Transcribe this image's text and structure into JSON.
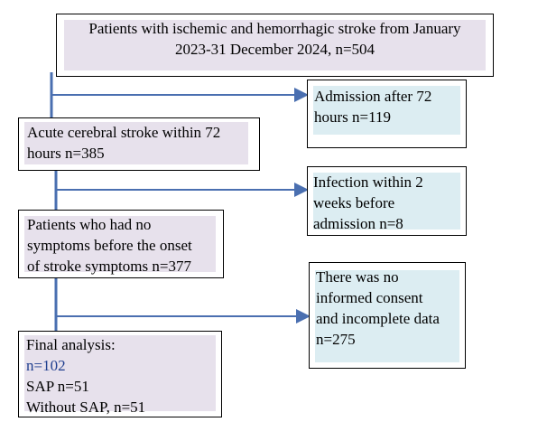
{
  "flowchart": {
    "start": {
      "line1": "Patients with ischemic and hemorrhagic stroke from January",
      "line2": "2023-31 December 2024, n=504"
    },
    "excl1": {
      "line1": "Admission after 72",
      "line2": "hours n=119"
    },
    "step2": {
      "line1": "Acute cerebral stroke within 72",
      "line2": "hours n=385"
    },
    "excl2": {
      "line1": "Infection within 2",
      "line2": "weeks before",
      "line3": "admission n=8"
    },
    "step3": {
      "line1": "Patients who had no",
      "line2": "symptoms before the onset",
      "line3": "of stroke symptoms n=377"
    },
    "excl3": {
      "line1": "There was no",
      "line2": "informed consent",
      "line3": "and incomplete data",
      "line4": "n=275"
    },
    "final": {
      "line1": "Final analysis:",
      "line2": "n=102",
      "line3": "SAP n=51",
      "line4": "Without SAP, n=51"
    }
  },
  "colors": {
    "main_fill": "#e7e1ec",
    "exclusion_fill": "#dcedf2",
    "connector": "#4a6fb0",
    "accent_number": "#1f3f8f"
  }
}
